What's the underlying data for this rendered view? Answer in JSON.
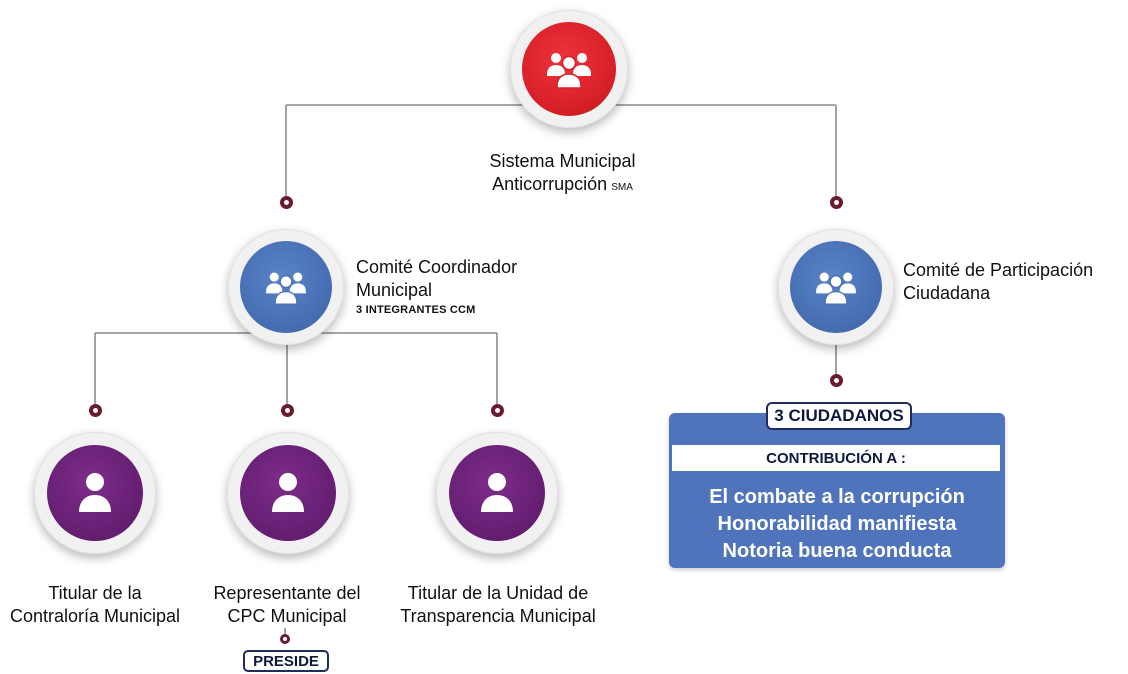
{
  "top": {
    "title_line1": "Sistema Municipal",
    "title_line2": "Anticorrupción",
    "abbr": "SMA"
  },
  "ccm": {
    "title_line1": "Comité Coordinador",
    "title_line2": "Municipal",
    "members": "3 INTEGRANTES CCM"
  },
  "cpc": {
    "title_line1": "Comité de Participación",
    "title_line2": "Ciudadana",
    "citizens": "3 CIUDADANOS",
    "contribution_header": "CONTRIBUCIÓN A :",
    "contributions": [
      "El combate a la corrupción",
      "Honorabilidad manifiesta",
      "Notoria buena conducta"
    ]
  },
  "members": [
    {
      "line1": "Titular de la",
      "line2": "Contraloría Municipal"
    },
    {
      "line1": "Representante del",
      "line2": "CPC Municipal"
    },
    {
      "line1": "Titular de la Unidad de",
      "line2": "Transparencia Municipal"
    }
  ],
  "preside": "PRESIDE",
  "colors": {
    "red": "#d61e26",
    "blue": "#4a70b6",
    "purple": "#6a2177",
    "connector_dot": "#6b1b2e",
    "box_blue": "#4f74bb"
  },
  "icons": {
    "top": "group-icon",
    "ccm": "group-icon",
    "cpc": "group-icon",
    "members": "person-icon"
  }
}
